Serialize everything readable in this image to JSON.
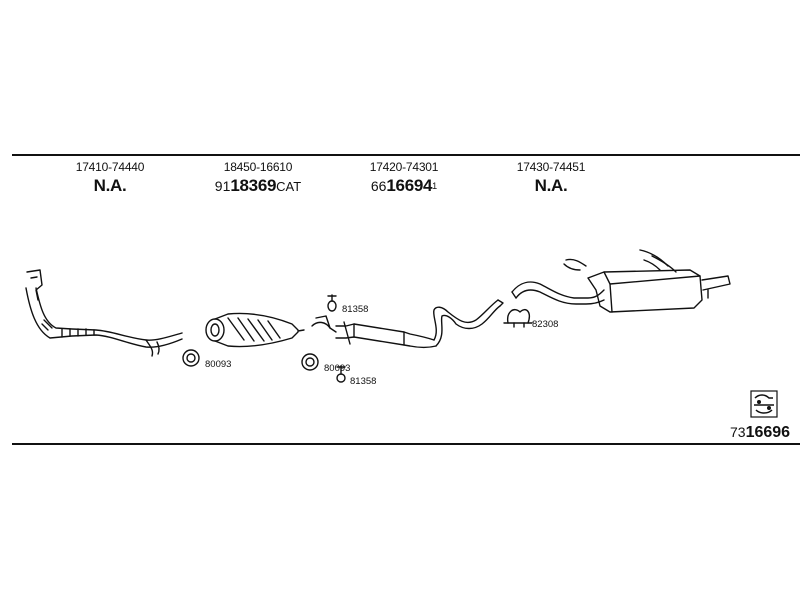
{
  "columns": [
    {
      "part_no": "17410-74440",
      "code_prefix": "",
      "code_main": "N.A.",
      "code_suffix": "",
      "code_sup": ""
    },
    {
      "part_no": "18450-16610",
      "code_prefix": "91",
      "code_main": "18369",
      "code_suffix": "CAT",
      "code_sup": ""
    },
    {
      "part_no": "17420-74301",
      "code_prefix": "66",
      "code_main": "16694",
      "code_suffix": "",
      "code_sup": "1"
    },
    {
      "part_no": "17430-74451",
      "code_prefix": "",
      "code_main": "N.A.",
      "code_suffix": "",
      "code_sup": ""
    }
  ],
  "labels": {
    "gasket_front": "80093",
    "bolt_upper": "81358",
    "gasket_mid": "80093",
    "bolt_lower": "81358",
    "clamp": "82308"
  },
  "diagram_code": {
    "prefix": "73",
    "main": "16696"
  }
}
